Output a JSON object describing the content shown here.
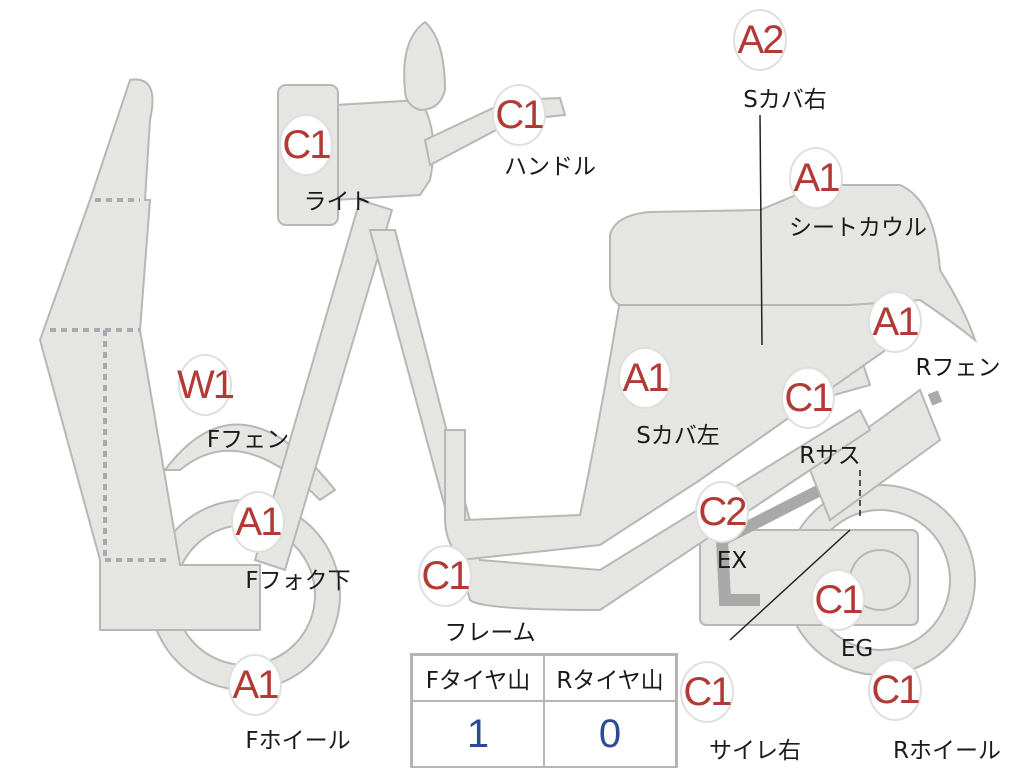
{
  "colors": {
    "grade": "#b23a36",
    "value": "#2c4a96",
    "part": "#e5e5e2"
  },
  "parts": [
    {
      "grade": "A2",
      "label": "Sカバ右"
    },
    {
      "grade": "C1",
      "label": "ハンドル"
    },
    {
      "grade": "C1",
      "label": "ライト"
    },
    {
      "grade": "A1",
      "label": "シートカウル"
    },
    {
      "grade": "A1",
      "label": "Rフェン"
    },
    {
      "grade": "A1",
      "label": "Sカバ左"
    },
    {
      "grade": "W1",
      "label": "Fフェン"
    },
    {
      "grade": "C1",
      "label": "Rサス"
    },
    {
      "grade": "A1",
      "label": "Fフォク下"
    },
    {
      "grade": "C2",
      "label": "EX"
    },
    {
      "grade": "C1",
      "label": "フレーム"
    },
    {
      "grade": "C1",
      "label": "EG"
    },
    {
      "grade": "A1",
      "label": "Fホイール"
    },
    {
      "grade": "C1",
      "label": "サイレ右"
    },
    {
      "grade": "C1",
      "label": "Rホイール"
    }
  ],
  "tire": {
    "front_label": "Fタイヤ山",
    "rear_label": "Rタイヤ山",
    "front_value": "1",
    "rear_value": "0"
  }
}
